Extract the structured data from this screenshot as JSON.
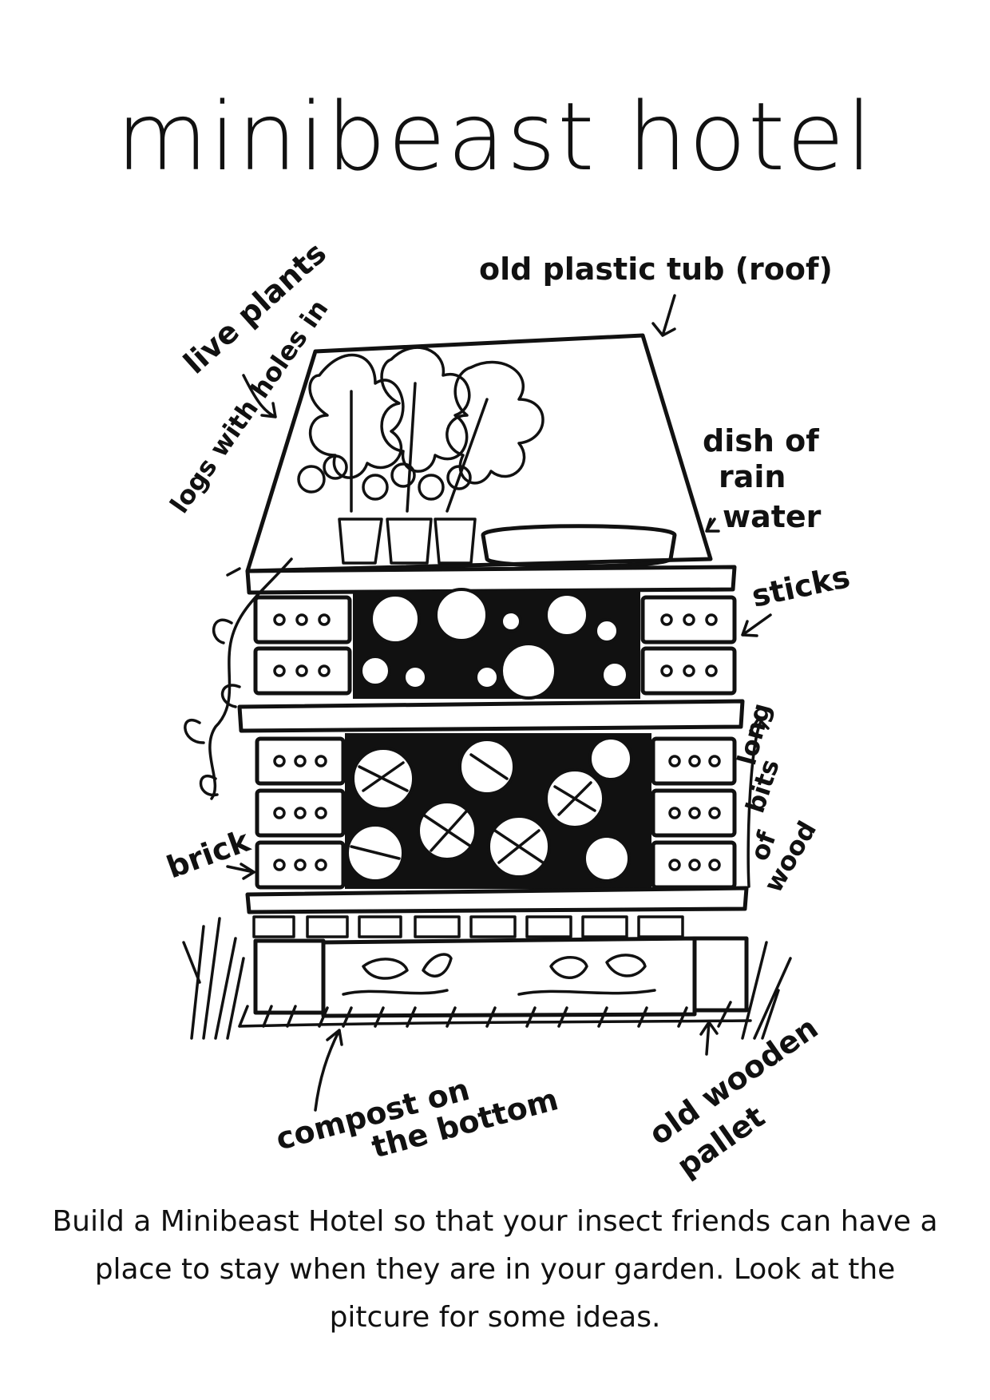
{
  "title": "minibeast hotel",
  "labels": {
    "roof": "old plastic tub (roof)",
    "plants": "live plants",
    "logs": "logs with holes in",
    "dish": [
      "dish of",
      "rain",
      "water"
    ],
    "sticks": "sticks",
    "long_wood": [
      "long",
      "bits",
      "of",
      "wood"
    ],
    "brick": "brick",
    "compost": [
      "compost on",
      "the bottom"
    ],
    "pallet": [
      "old wooden",
      "pallet"
    ]
  },
  "caption": "Build a Minibeast Hotel so that your insect friends can have a place to stay when they are in your garden. Look at the pitcure for some ideas."
}
